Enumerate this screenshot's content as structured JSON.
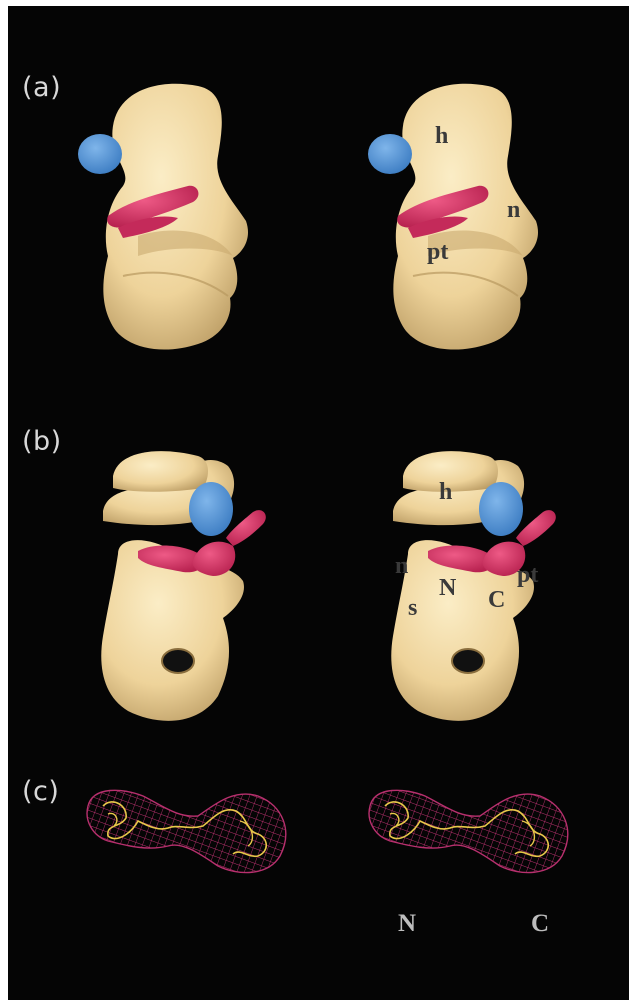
{
  "panels": [
    {
      "label": "(a)",
      "region_labels": [
        "h",
        "n",
        "pt"
      ]
    },
    {
      "label": "(b)",
      "region_labels": [
        "h",
        "n",
        "N",
        "C",
        "pt",
        "s"
      ]
    },
    {
      "label": "(c)",
      "terminus_labels": [
        "N",
        "C"
      ]
    }
  ],
  "colors": {
    "background": "#050505",
    "density_map": "#f0d9a2",
    "blue_domain": "#4f93d8",
    "red_density": "#d83a68",
    "mesh": "#b8306e",
    "trace": "#e8c84a"
  }
}
